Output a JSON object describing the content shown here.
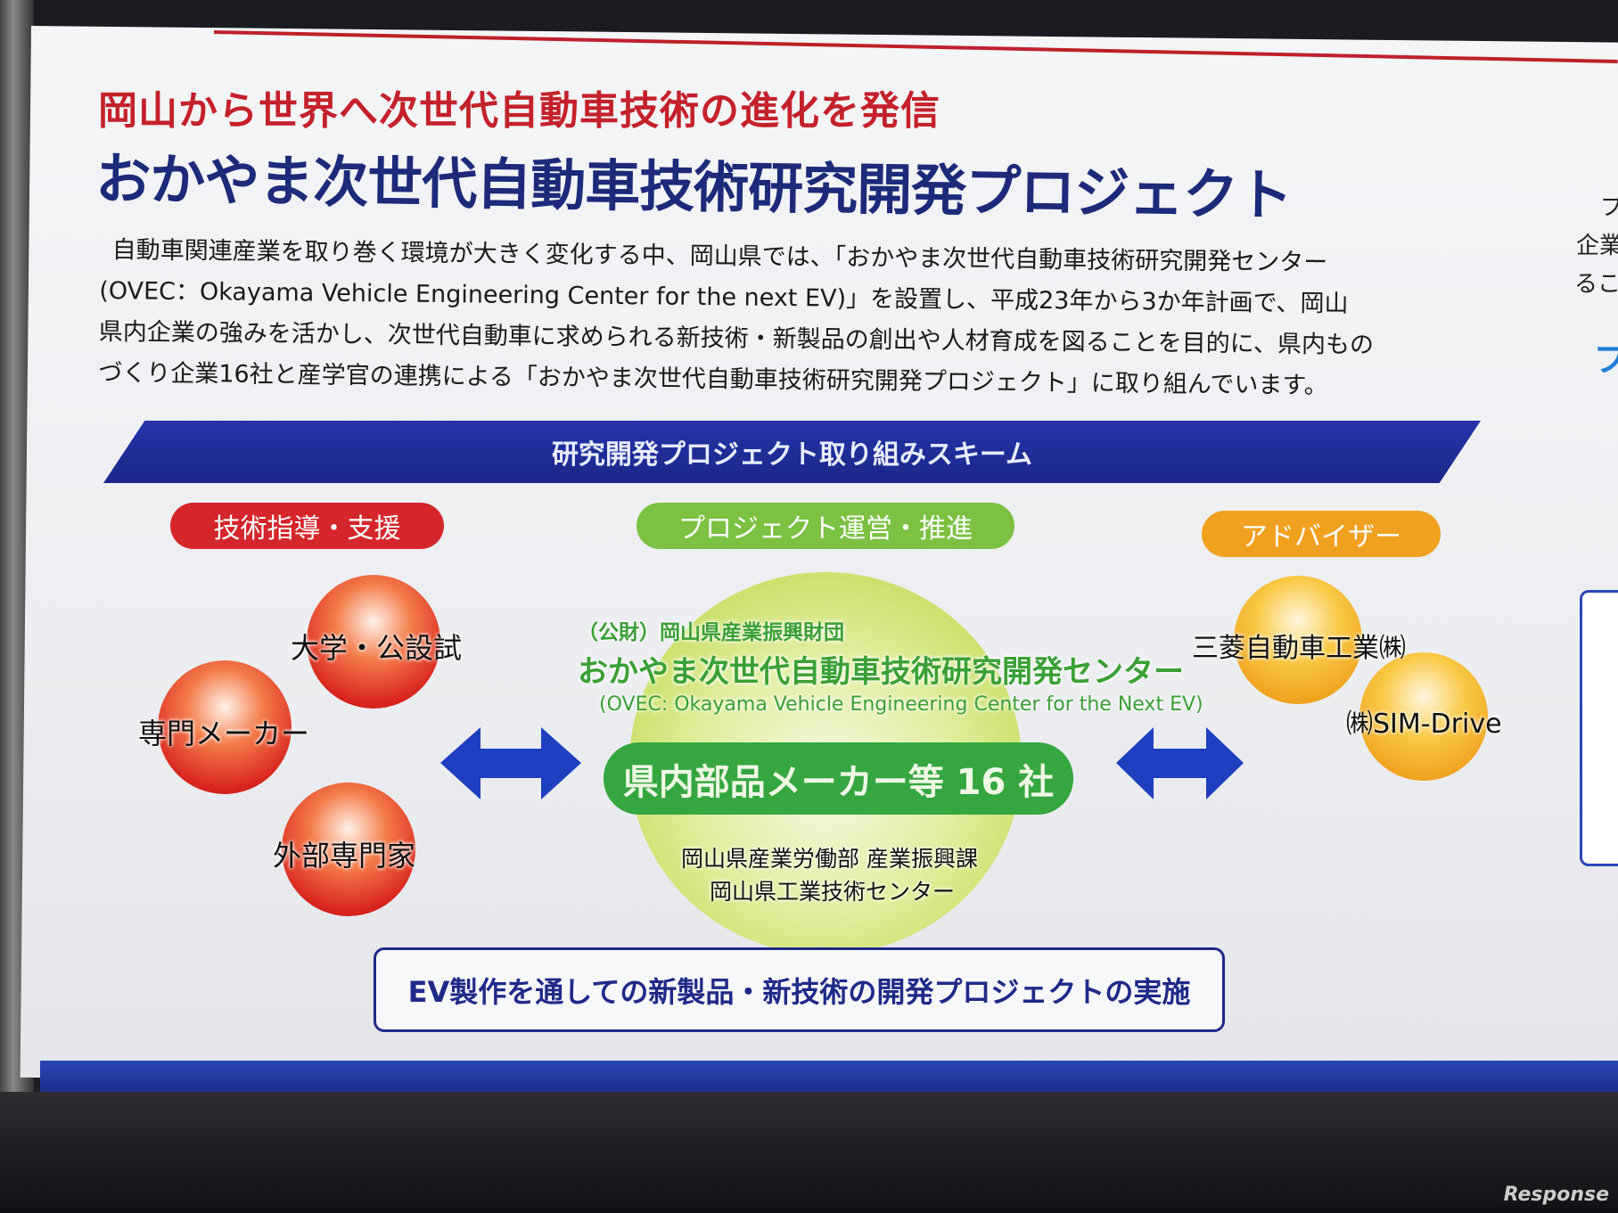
{
  "header": {
    "subtitle": "岡山から世界へ次世代自動車技術の進化を発信",
    "title": "おかやま次世代自動車技術研究開発プロジェクト"
  },
  "intro": {
    "lines": [
      "自動車関連産業を取り巻く環境が大きく変化する中、岡山県では、「おかやま次世代自動車技術研究開発センター",
      "(OVEC：Okayama Vehicle Engineering Center for the next EV)」を設置し、平成23年から3か年計画で、岡山",
      "県内企業の強みを活かし、次世代自動車に求められる新技術・新製品の創出や人材育成を図ることを目的に、県内もの",
      "づくり企業16社と産学官の連携による「おかやま次世代自動車技術研究開発プロジェクト」に取り組んでいます。"
    ]
  },
  "scheme": {
    "banner": "研究開発プロジェクト取り組みスキーム",
    "left": {
      "heading": "技術指導・支援",
      "items": [
        "大学・公設試",
        "専門メーカー",
        "外部専門家"
      ]
    },
    "center": {
      "heading": "プロジェクト運営・推進",
      "org": "（公財）岡山県産業振興財団",
      "center_name": "おかやま次世代自動車技術研究開発センター",
      "center_en": "(OVEC: Okayama Vehicle Engineering Center for the Next EV)",
      "members": "県内部品メーカー等 16 社",
      "partners": [
        "岡山県産業労働部 産業振興課",
        "岡山県工業技術センター"
      ]
    },
    "right": {
      "heading": "アドバイザー",
      "items": [
        "三菱自動車工業㈱",
        "㈱SIM-Drive"
      ]
    },
    "footer": "EV製作を通しての新製品・新技術の開発プロジェクトの実施"
  },
  "side_panel": {
    "lines": [
      "プ",
      "企業",
      "るこ"
    ],
    "heading": "プ"
  },
  "watermark": "Response",
  "colors": {
    "navy": "#1d2a7a",
    "red": "#c4212b",
    "green": "#35a640",
    "orange": "#f1a120",
    "blue_arrow": "#1f3fc0"
  }
}
